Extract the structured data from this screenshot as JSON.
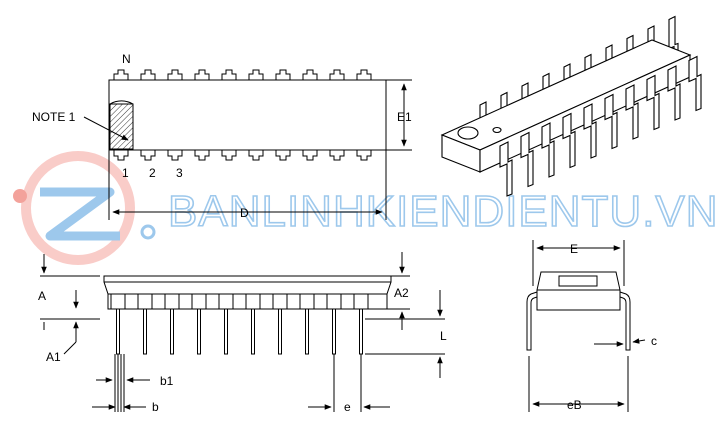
{
  "labels": {
    "n": "N",
    "note": "NOTE 1",
    "pin1": "1",
    "pin2": "2",
    "pin3": "3",
    "e1": "E1",
    "d": "D",
    "a": "A",
    "a1": "A1",
    "a2": "A2",
    "l": "L",
    "b1": "b1",
    "b": "b",
    "e": "e",
    "e_side": "E",
    "c": "c",
    "eb": "eB"
  },
  "watermark": {
    "text": "BANLINHKIENDIENTU.VN",
    "logo_icon": "z-logo-icon"
  },
  "colors": {
    "line": "#000000",
    "hatch": "#000000",
    "watermark_blue": "#7db6e6",
    "watermark_red": "#f0837a"
  }
}
